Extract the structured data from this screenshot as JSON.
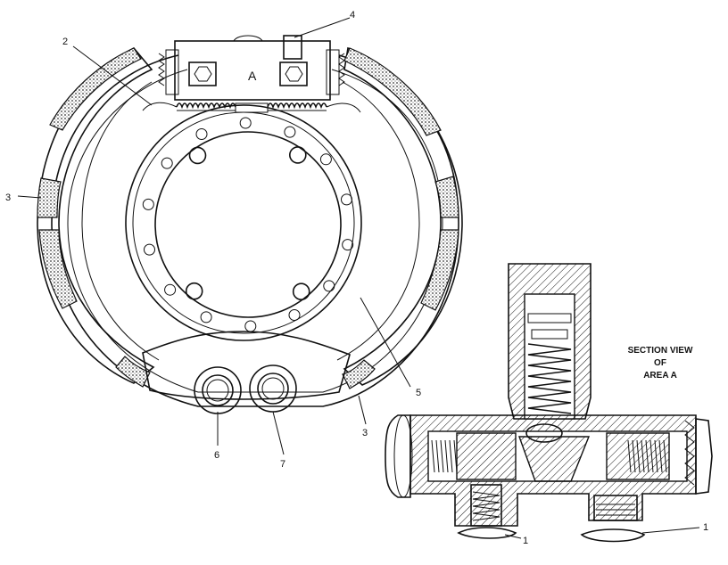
{
  "figure": {
    "area_label": "A",
    "section_caption": [
      "SECTION VIEW",
      "OF",
      "AREA  A"
    ],
    "callouts": {
      "c1a": "1",
      "c1b": "1",
      "c2": "2",
      "c3a": "3",
      "c3b": "3",
      "c4": "4",
      "c5": "5",
      "c6": "6",
      "c7": "7"
    }
  },
  "colors": {
    "ink": "#111111",
    "paper": "#ffffff",
    "lining": "#777777"
  }
}
